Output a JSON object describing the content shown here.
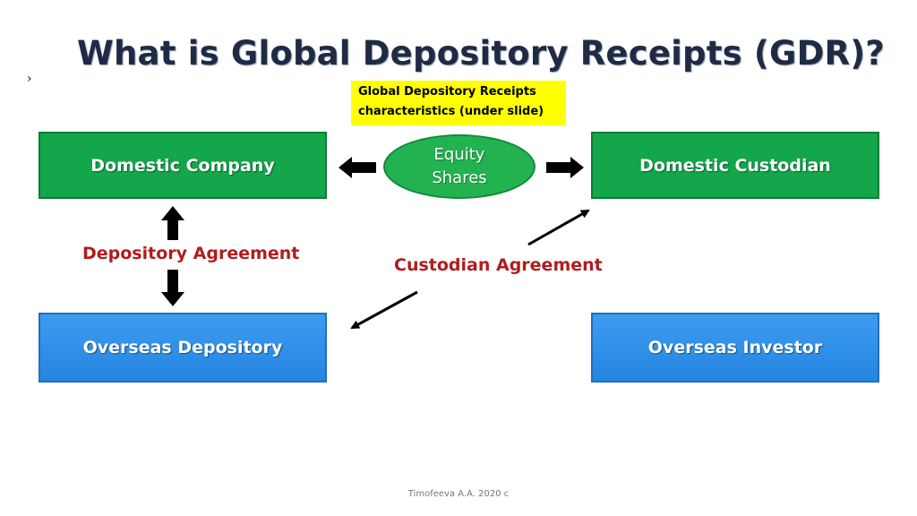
{
  "slide": {
    "title": "What is Global Depository Receipts (GDR)?",
    "note": {
      "line1": "Global Depository Receipts",
      "line2": "characteristics  (under slide)"
    },
    "nodes": {
      "domestic_company": "Domestic Company",
      "domestic_custodian": "Domestic Custodian",
      "overseas_depository": "Overseas Depository",
      "overseas_investor": "Overseas Investor",
      "equity_shares": {
        "line1": "Equity",
        "line2": "Shares"
      }
    },
    "labels": {
      "depository_agreement": "Depository Agreement",
      "custodian_agreement": "Custodian Agreement"
    },
    "footer": "Timofeeva A.A. 2020 c",
    "colors": {
      "green": "#13a64a",
      "blue": "#2585e0",
      "label_red": "#b01d1d",
      "note_yellow": "#ffff00",
      "title": "#1f2a44"
    }
  }
}
